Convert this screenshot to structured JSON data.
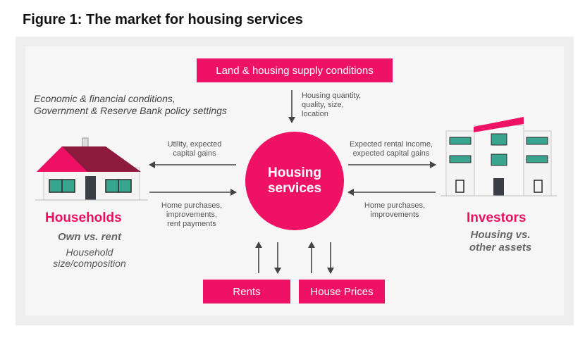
{
  "figure_title": "Figure 1: The market for housing services",
  "supply_box": "Land & housing supply conditions",
  "supply_note": [
    "Housing quantity,",
    "quality, size,",
    "location"
  ],
  "conditions": [
    "Economic & financial conditions,",
    "Government & Reserve Bank policy settings"
  ],
  "center": [
    "Housing",
    "services"
  ],
  "left_top_note": [
    "Utility, expected",
    "capital gains"
  ],
  "left_bottom_note": [
    "Home purchases,",
    "improvements,",
    "rent payments"
  ],
  "right_top_note": [
    "Expected rental income,",
    "expected capital gains"
  ],
  "right_bottom_note": [
    "Home purchases,",
    "improvements"
  ],
  "households": {
    "title": "Households",
    "subtitle": "Own vs. rent",
    "detail": [
      "Household",
      "size/composition"
    ]
  },
  "investors": {
    "title": "Investors",
    "detail": [
      "Housing vs.",
      "other assets"
    ]
  },
  "rents_box": "Rents",
  "prices_box": "House Prices",
  "colors": {
    "accent": "#ee1166",
    "window": "#3aa58f",
    "dark": "#3a3f47"
  }
}
